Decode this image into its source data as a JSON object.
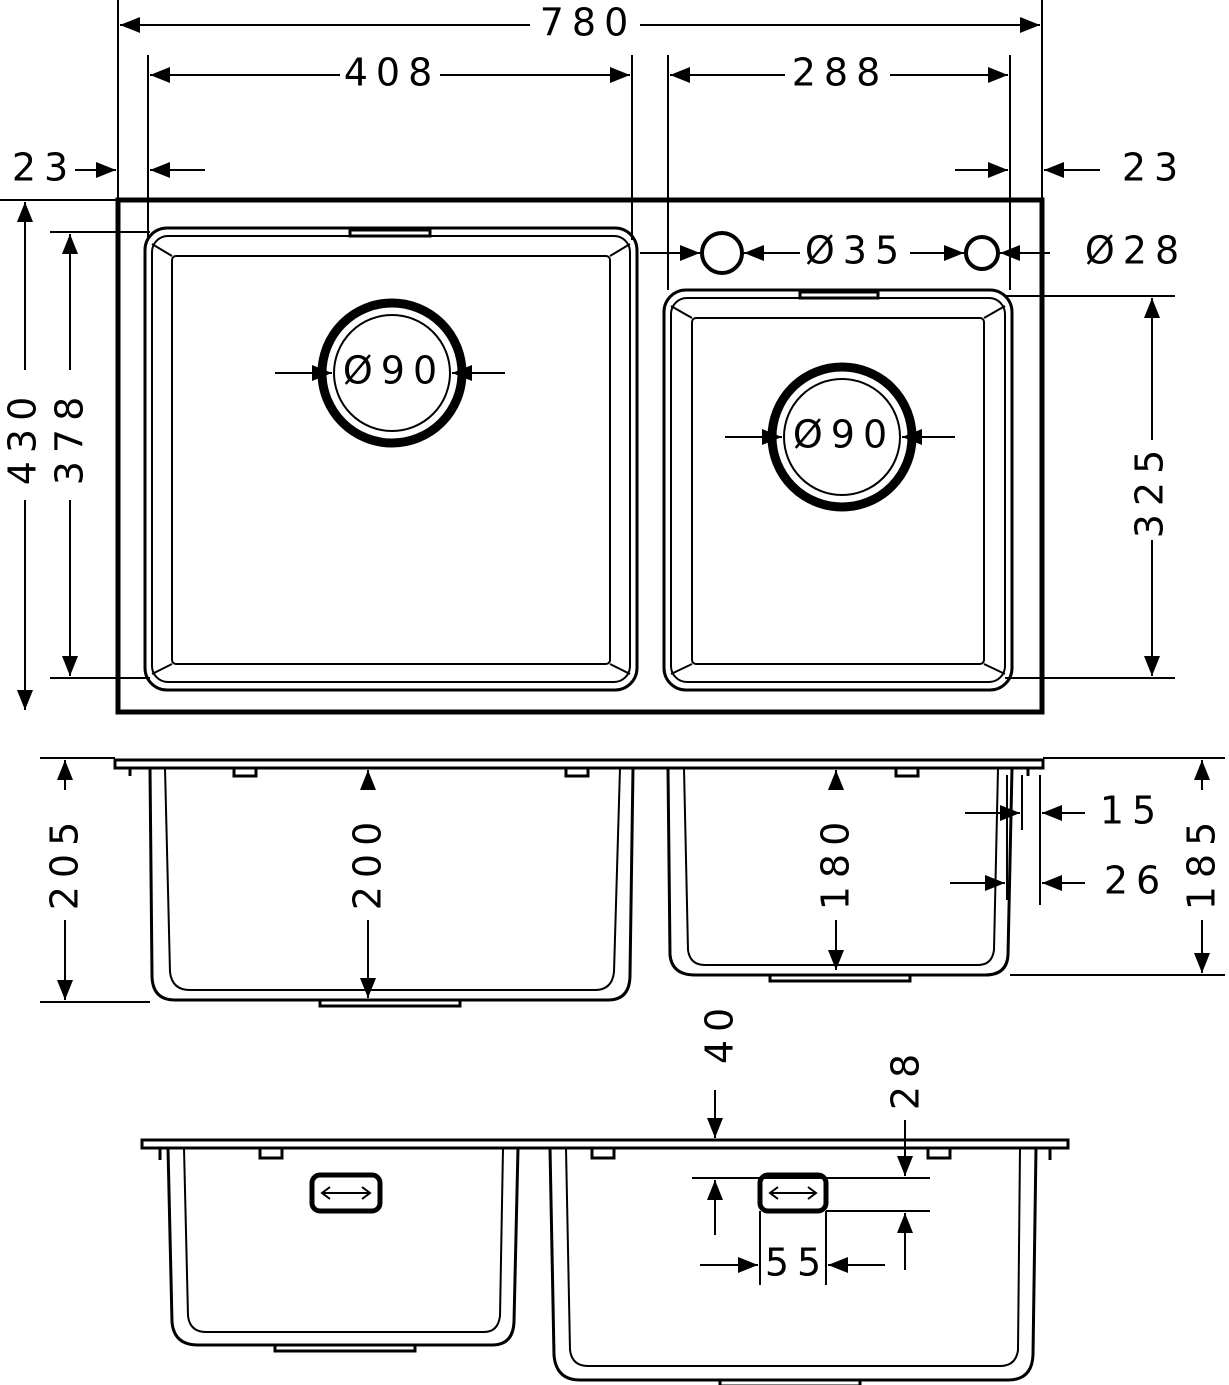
{
  "title": "Double sink dimension drawing",
  "dims": {
    "overall_width": "780",
    "left_bowl_width": "408",
    "right_bowl_width": "288",
    "left_margin": "23",
    "right_margin": "23",
    "tap_hole": "Ø35",
    "accessory_hole": "Ø28",
    "left_drain": "Ø90",
    "right_drain": "Ø90",
    "overall_depth": "430",
    "left_bowl_depth": "378",
    "right_bowl_depth": "325",
    "overall_height": "205",
    "left_bowl_height": "200",
    "right_bowl_height": "180",
    "right_overall_height": "185",
    "flange_15": "15",
    "flange_26": "26",
    "overflow_offset": "40",
    "overflow_top": "28",
    "overflow_width": "55"
  }
}
